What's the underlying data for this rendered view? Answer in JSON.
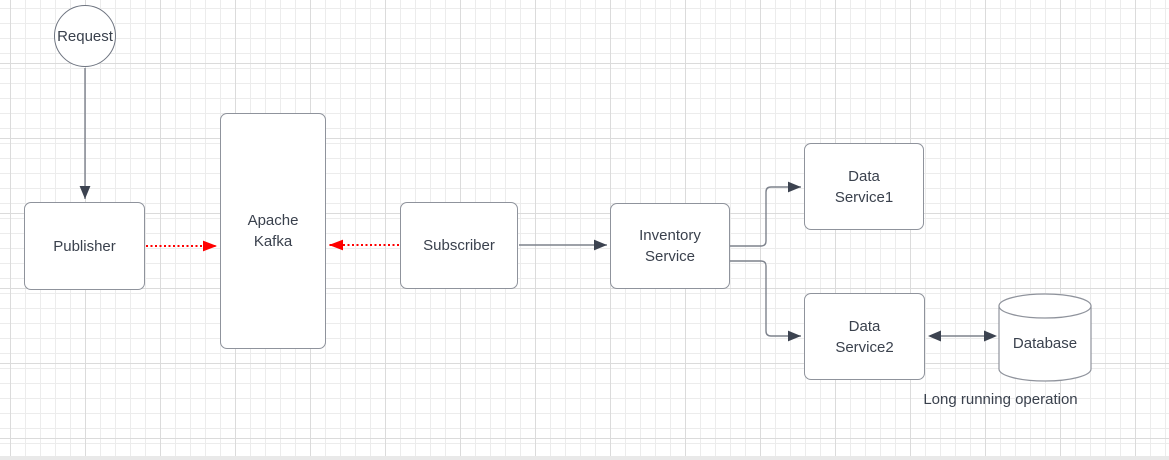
{
  "diagram": {
    "nodes": {
      "request": {
        "label": "Request",
        "shape": "circle"
      },
      "publisher": {
        "label": "Publisher",
        "shape": "rectangle"
      },
      "kafka": {
        "label": "Apache Kafka",
        "shape": "rectangle"
      },
      "subscriber": {
        "label": "Subscriber",
        "shape": "rectangle"
      },
      "inventory_service": {
        "label": "Inventory Service",
        "shape": "rectangle"
      },
      "data_service1": {
        "label": "Data Service1",
        "shape": "rectangle"
      },
      "data_service2": {
        "label": "Data Service2",
        "shape": "rectangle"
      },
      "database": {
        "label": "Database",
        "shape": "cylinder"
      }
    },
    "edges": [
      {
        "from": "request",
        "to": "publisher",
        "style": "solid-arrow"
      },
      {
        "from": "publisher",
        "to": "kafka",
        "style": "dotted-red-arrow"
      },
      {
        "from": "subscriber",
        "to": "kafka",
        "style": "dotted-red-arrow"
      },
      {
        "from": "subscriber",
        "to": "inventory_service",
        "style": "solid-arrow"
      },
      {
        "from": "inventory_service",
        "to": "data_service1",
        "style": "solid-elbow-arrow"
      },
      {
        "from": "inventory_service",
        "to": "data_service2",
        "style": "solid-elbow-arrow"
      },
      {
        "from": "data_service2",
        "to": "database",
        "style": "solid-double-arrow"
      }
    ],
    "annotations": {
      "long_running_note": "Long running operation"
    },
    "colors": {
      "canvas_background": "#ffffff",
      "grid_minor": "#ececec",
      "grid_major": "#dbdbdb",
      "node_fill": "#ffffff",
      "node_border": "#8f939c",
      "text": "#3a414d",
      "connector": "#7d828c",
      "arrowhead": "#3c4350",
      "message_flow_red": "#ff0000"
    }
  }
}
